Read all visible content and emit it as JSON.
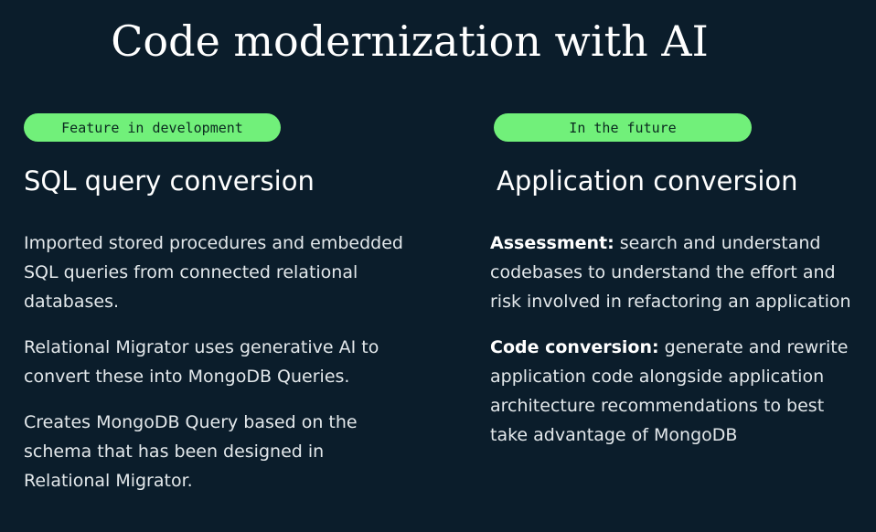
{
  "title": "Code modernization with AI",
  "left": {
    "badge": "Feature in development",
    "heading": "SQL query conversion",
    "paragraphs": [
      "Imported stored procedures and embedded SQL queries from connected relational databases.",
      "Relational Migrator uses generative AI to convert these into MongoDB Queries.",
      "Creates MongoDB Query based on the schema that has been designed in Relational Migrator."
    ]
  },
  "right": {
    "badge": "In the future",
    "heading": "Application conversion",
    "items": [
      {
        "label": "Assessment:",
        "text": " search and understand codebases to understand the effort and risk involved in refactoring an application"
      },
      {
        "label": "Code conversion:",
        "text": " generate and rewrite application code alongside application architecture recommendations to best take advantage of MongoDB"
      }
    ]
  },
  "colors": {
    "background": "#0b1d2b",
    "badge": "#71f07a",
    "text": "#e3e8eb"
  }
}
